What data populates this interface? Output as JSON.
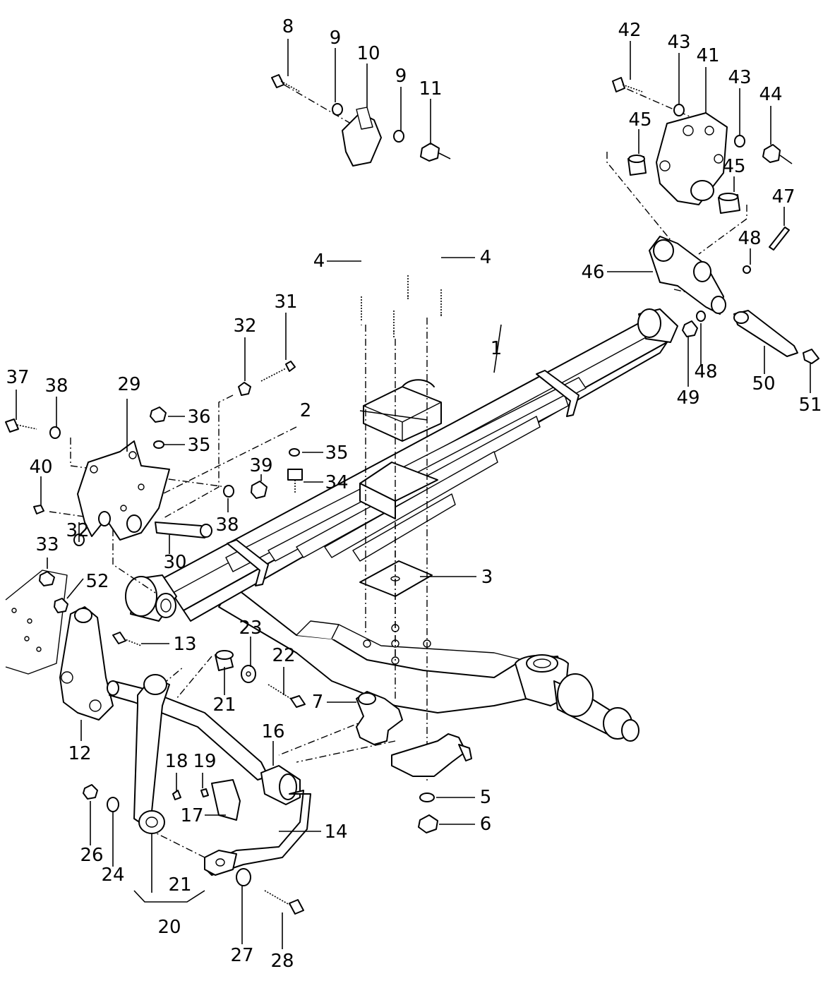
{
  "callouts": [
    {
      "id": "c1",
      "text": "1"
    },
    {
      "id": "c2",
      "text": "2"
    },
    {
      "id": "c3",
      "text": "3"
    },
    {
      "id": "c4a",
      "text": "4"
    },
    {
      "id": "c4b",
      "text": "4"
    },
    {
      "id": "c5",
      "text": "5"
    },
    {
      "id": "c6",
      "text": "6"
    },
    {
      "id": "c7",
      "text": "7"
    },
    {
      "id": "c8",
      "text": "8"
    },
    {
      "id": "c9a",
      "text": "9"
    },
    {
      "id": "c9b",
      "text": "9"
    },
    {
      "id": "c10",
      "text": "10"
    },
    {
      "id": "c11",
      "text": "11"
    },
    {
      "id": "c12",
      "text": "12"
    },
    {
      "id": "c13",
      "text": "13"
    },
    {
      "id": "c14",
      "text": "14"
    },
    {
      "id": "c16",
      "text": "16"
    },
    {
      "id": "c17",
      "text": "17"
    },
    {
      "id": "c18",
      "text": "18"
    },
    {
      "id": "c19",
      "text": "19"
    },
    {
      "id": "c20",
      "text": "20"
    },
    {
      "id": "c21a",
      "text": "21"
    },
    {
      "id": "c21b",
      "text": "21"
    },
    {
      "id": "c22",
      "text": "22"
    },
    {
      "id": "c23",
      "text": "23"
    },
    {
      "id": "c24",
      "text": "24"
    },
    {
      "id": "c26",
      "text": "26"
    },
    {
      "id": "c27",
      "text": "27"
    },
    {
      "id": "c28",
      "text": "28"
    },
    {
      "id": "c29",
      "text": "29"
    },
    {
      "id": "c30",
      "text": "30"
    },
    {
      "id": "c31",
      "text": "31"
    },
    {
      "id": "c32a",
      "text": "32"
    },
    {
      "id": "c32b",
      "text": "32"
    },
    {
      "id": "c33",
      "text": "33"
    },
    {
      "id": "c34",
      "text": "34"
    },
    {
      "id": "c35a",
      "text": "35"
    },
    {
      "id": "c35b",
      "text": "35"
    },
    {
      "id": "c36",
      "text": "36"
    },
    {
      "id": "c37",
      "text": "37"
    },
    {
      "id": "c38a",
      "text": "38"
    },
    {
      "id": "c38b",
      "text": "38"
    },
    {
      "id": "c39",
      "text": "39"
    },
    {
      "id": "c40",
      "text": "40"
    },
    {
      "id": "c41",
      "text": "41"
    },
    {
      "id": "c42",
      "text": "42"
    },
    {
      "id": "c43a",
      "text": "43"
    },
    {
      "id": "c43b",
      "text": "43"
    },
    {
      "id": "c44",
      "text": "44"
    },
    {
      "id": "c45a",
      "text": "45"
    },
    {
      "id": "c45b",
      "text": "45"
    },
    {
      "id": "c46",
      "text": "46"
    },
    {
      "id": "c47",
      "text": "47"
    },
    {
      "id": "c48a",
      "text": "48"
    },
    {
      "id": "c48b",
      "text": "48"
    },
    {
      "id": "c49",
      "text": "49"
    },
    {
      "id": "c50",
      "text": "50"
    },
    {
      "id": "c51",
      "text": "51"
    },
    {
      "id": "c52",
      "text": "52"
    }
  ]
}
